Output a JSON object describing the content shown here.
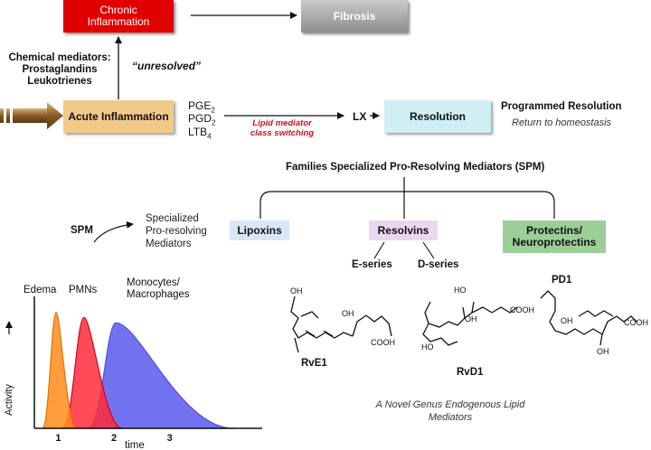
{
  "boxes": {
    "chronic": "Chronic Inflammation",
    "fibrosis": "Fibrosis",
    "acute": "Acute Inflammation",
    "resolution": "Resolution",
    "lipoxins": "Lipoxins",
    "resolvins": "Resolvins",
    "protectins": "Protectins/ Neuroprotectins"
  },
  "colors": {
    "chronic_red": "#e00000",
    "fibrosis_grey": "#9a9a9a",
    "acute_tan": "#f3c98b",
    "resolution_cyan": "#cfeff5",
    "lipoxins_blue": "#d8e6f8",
    "resolvins_purple": "#e9d7f0",
    "protectins_green": "#9ccf98",
    "edema_orange": "#ff8c1a",
    "pmn_red": "#ff2a3a",
    "mono_blue": "#6a6af0"
  },
  "mediators": {
    "chemical": [
      "Chemical mediators:",
      "Prostaglandins",
      "Leukotrienes"
    ],
    "unresolved": "“unresolved”",
    "pge": "PGE",
    "pge_sub": "2",
    "pgd": "PGD",
    "pgd_sub": "2",
    "ltb": "LTB",
    "ltb_sub": "4",
    "switching": [
      "Lipid mediator",
      "class switching"
    ],
    "lx": "LX",
    "programmed_title": "Programmed Resolution",
    "programmed_sub": "Return to homeostasis"
  },
  "spm": {
    "families_title": "Families Specialized Pro-Resolving Mediators (SPM)",
    "spm_label": "SPM",
    "spm_desc": [
      "Specialized",
      "Pro-resolving",
      "Mediators"
    ],
    "e_series": "E-series",
    "d_series": "D-series",
    "pd1": "PD1",
    "rve1": "RvE1",
    "rvd1": "RvD1",
    "novel": [
      "A Novel Genus Endogenous Lipid",
      "Mediators"
    ]
  },
  "chemistry": {
    "oh": "OH",
    "cooh": "COOH",
    "ho": "HO"
  },
  "chart_data": {
    "type": "area",
    "xlabel": "time",
    "ylabel": "Activity",
    "x_ticks": [
      "1",
      "2",
      "3"
    ],
    "series": [
      {
        "name": "Edema",
        "peak_x": 0.55,
        "start_x": 0.2,
        "end_x": 1.05,
        "peak": 0.88
      },
      {
        "name": "PMNs",
        "peak_x": 1.25,
        "start_x": 0.7,
        "end_x": 2.2,
        "peak": 0.84
      },
      {
        "name": "Monocytes/ Macrophages",
        "peak_x": 2.05,
        "start_x": 1.35,
        "end_x": 5.0,
        "peak": 0.8
      }
    ]
  }
}
